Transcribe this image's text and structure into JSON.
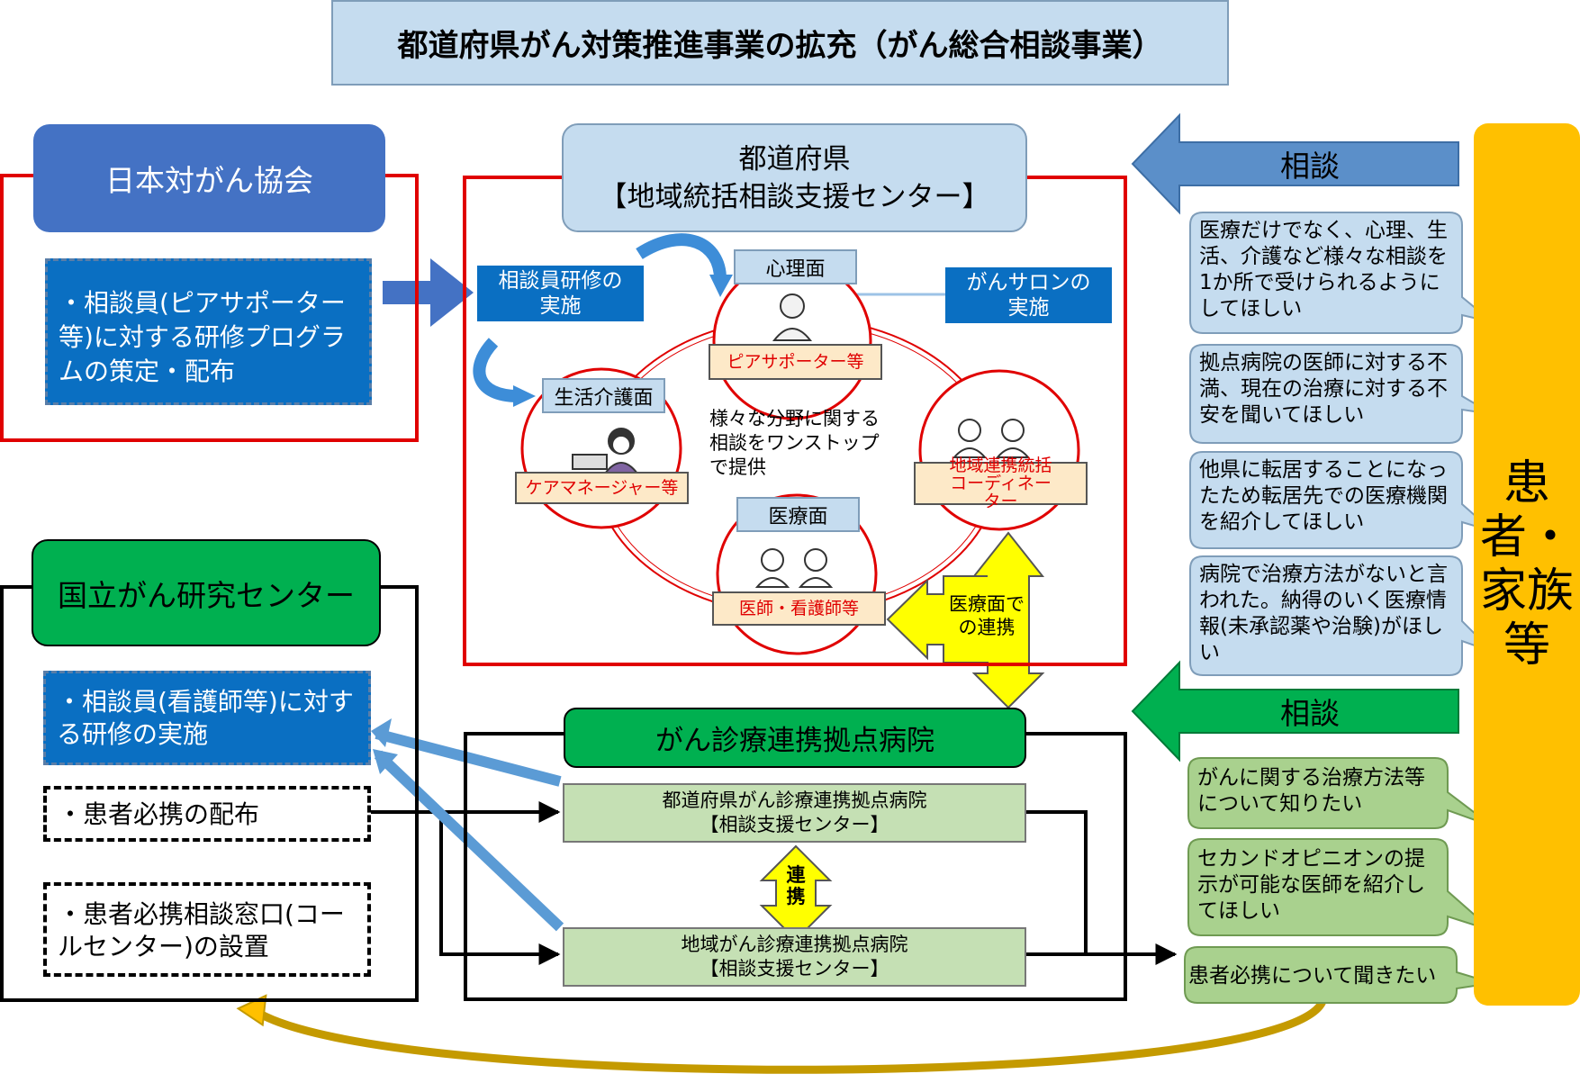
{
  "title": "都道府県がん対策推進事業の拡充（がん総合相談事業）",
  "jca": {
    "name": "日本対がん協会",
    "task": "・相談員(ピアサポーター等)に対する研修プログラムの策定・配布"
  },
  "prefecture": {
    "name_line1": "都道府県",
    "name_line2": "【地域統括相談支援センター】",
    "training": "相談員研修の実施",
    "salon": "がんサロンの実施",
    "center_text": "様々な分野に関する相談をワンストップで提供",
    "categories": {
      "psych": "心理面",
      "life": "生活介護面",
      "medical": "医療面"
    },
    "roles": {
      "peer": "ピアサポーター等",
      "care": "ケアマネージャー等",
      "coordinator": "地域連携統括コーディネーター",
      "doctor": "医師・看護師等"
    },
    "medical_link": "医療面での連携"
  },
  "ncc": {
    "name": "国立がん研究センター",
    "training": "・相談員(看護師等)に対する研修の実施",
    "handbook": "・患者必携の配布",
    "callcenter": "・患者必携相談窓口(コールセンター)の設置"
  },
  "hospitals": {
    "name": "がん診療連携拠点病院",
    "prefectural": "都道府県がん診療連携拠点病院【相談支援センター】",
    "regional": "地域がん診療連携拠点病院【相談支援センター】",
    "link": "連携"
  },
  "patients": {
    "label": "患者・家族等",
    "consult_label": "相談",
    "blue_needs": [
      "医療だけでなく、心理、生活、介護など様々な相談を1か所で受けられるようにしてほしい",
      "拠点病院の医師に対する不満、現在の治療に対する不安を聞いてほしい",
      "他県に転居することになったため転居先での医療機関を紹介してほしい",
      "病院で治療方法がないと言われた。納得のいく医療情報(未承認薬や治験)がほしい"
    ],
    "green_needs": [
      "がんに関する治療方法等について知りたい",
      "セカンドオピニオンの提示が可能な医師を紹介してほしい",
      "患者必携について聞きたい"
    ]
  },
  "colors": {
    "red_frame": "#e00000",
    "blue_head": "#4472c4",
    "dark_blue": "#0a6fc2",
    "light_blue": "#c5dcef",
    "green": "#00b050",
    "light_green": "#c5e0b4",
    "yellow": "#ffff00",
    "orange_bar": "#ffc000",
    "role_bg": "#fde9c8"
  }
}
